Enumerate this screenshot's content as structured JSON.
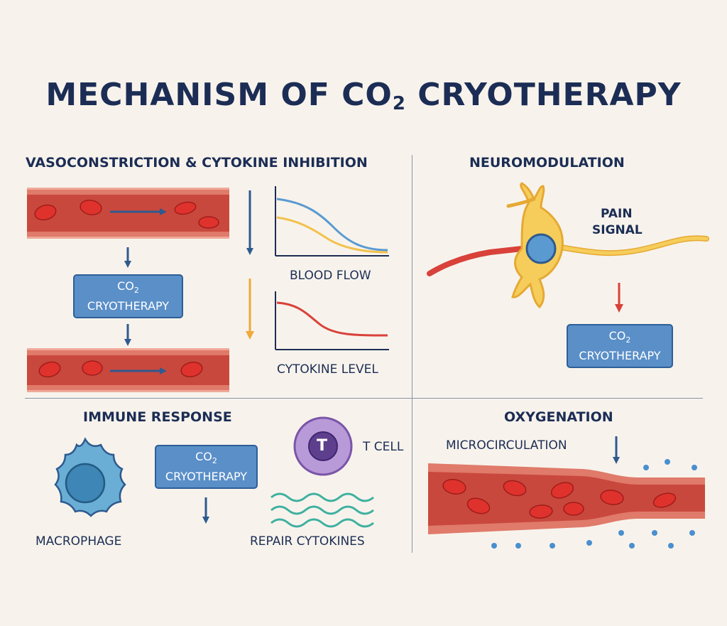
{
  "title": {
    "main": "MECHANISM OF CO",
    "sub": "2",
    "tail": " CRYOTHERAPY"
  },
  "panels": {
    "vaso": {
      "heading": "VASOCONSTRICTION & CYTOKINE INHIBITION",
      "box": {
        "line1": "CO",
        "sub": "2",
        "line2": "CRYOTHERAPY"
      },
      "chart1_label": "BLOOD FLOW",
      "chart2_label": "CYTOKINE LEVEL"
    },
    "neuro": {
      "heading": "NEUROMODULATION",
      "signal_label_1": "PAIN",
      "signal_label_2": "SIGNAL",
      "box": {
        "line1": "CO",
        "sub": "2",
        "line2": "CRYOTHERAPY"
      }
    },
    "immune": {
      "heading": "IMMUNE RESPONSE",
      "box": {
        "line1": "CO",
        "sub": "2",
        "line2": "CRYOTHERAPY"
      },
      "macrophage_label": "MACROPHAGE",
      "tcell_letter": "T",
      "tcell_label": "T CELL",
      "cytokines_label": "REPAIR CYTOKINES"
    },
    "oxy": {
      "heading": "OXYGENATION",
      "micro_label": "MICROCIRCULATION"
    }
  },
  "colors": {
    "navy": "#1c2d55",
    "box_blue": "#5a8fc8",
    "vessel_red": "#d9584d",
    "rbc_red": "#d8322e",
    "neuron_yellow": "#f2c14e",
    "tcell_purple": "#8e6bb8",
    "macrophage_blue": "#6aaed6",
    "wave_teal": "#3fb0a0",
    "orange_arrow": "#f0a93a",
    "red_arrow": "#d8423a"
  }
}
